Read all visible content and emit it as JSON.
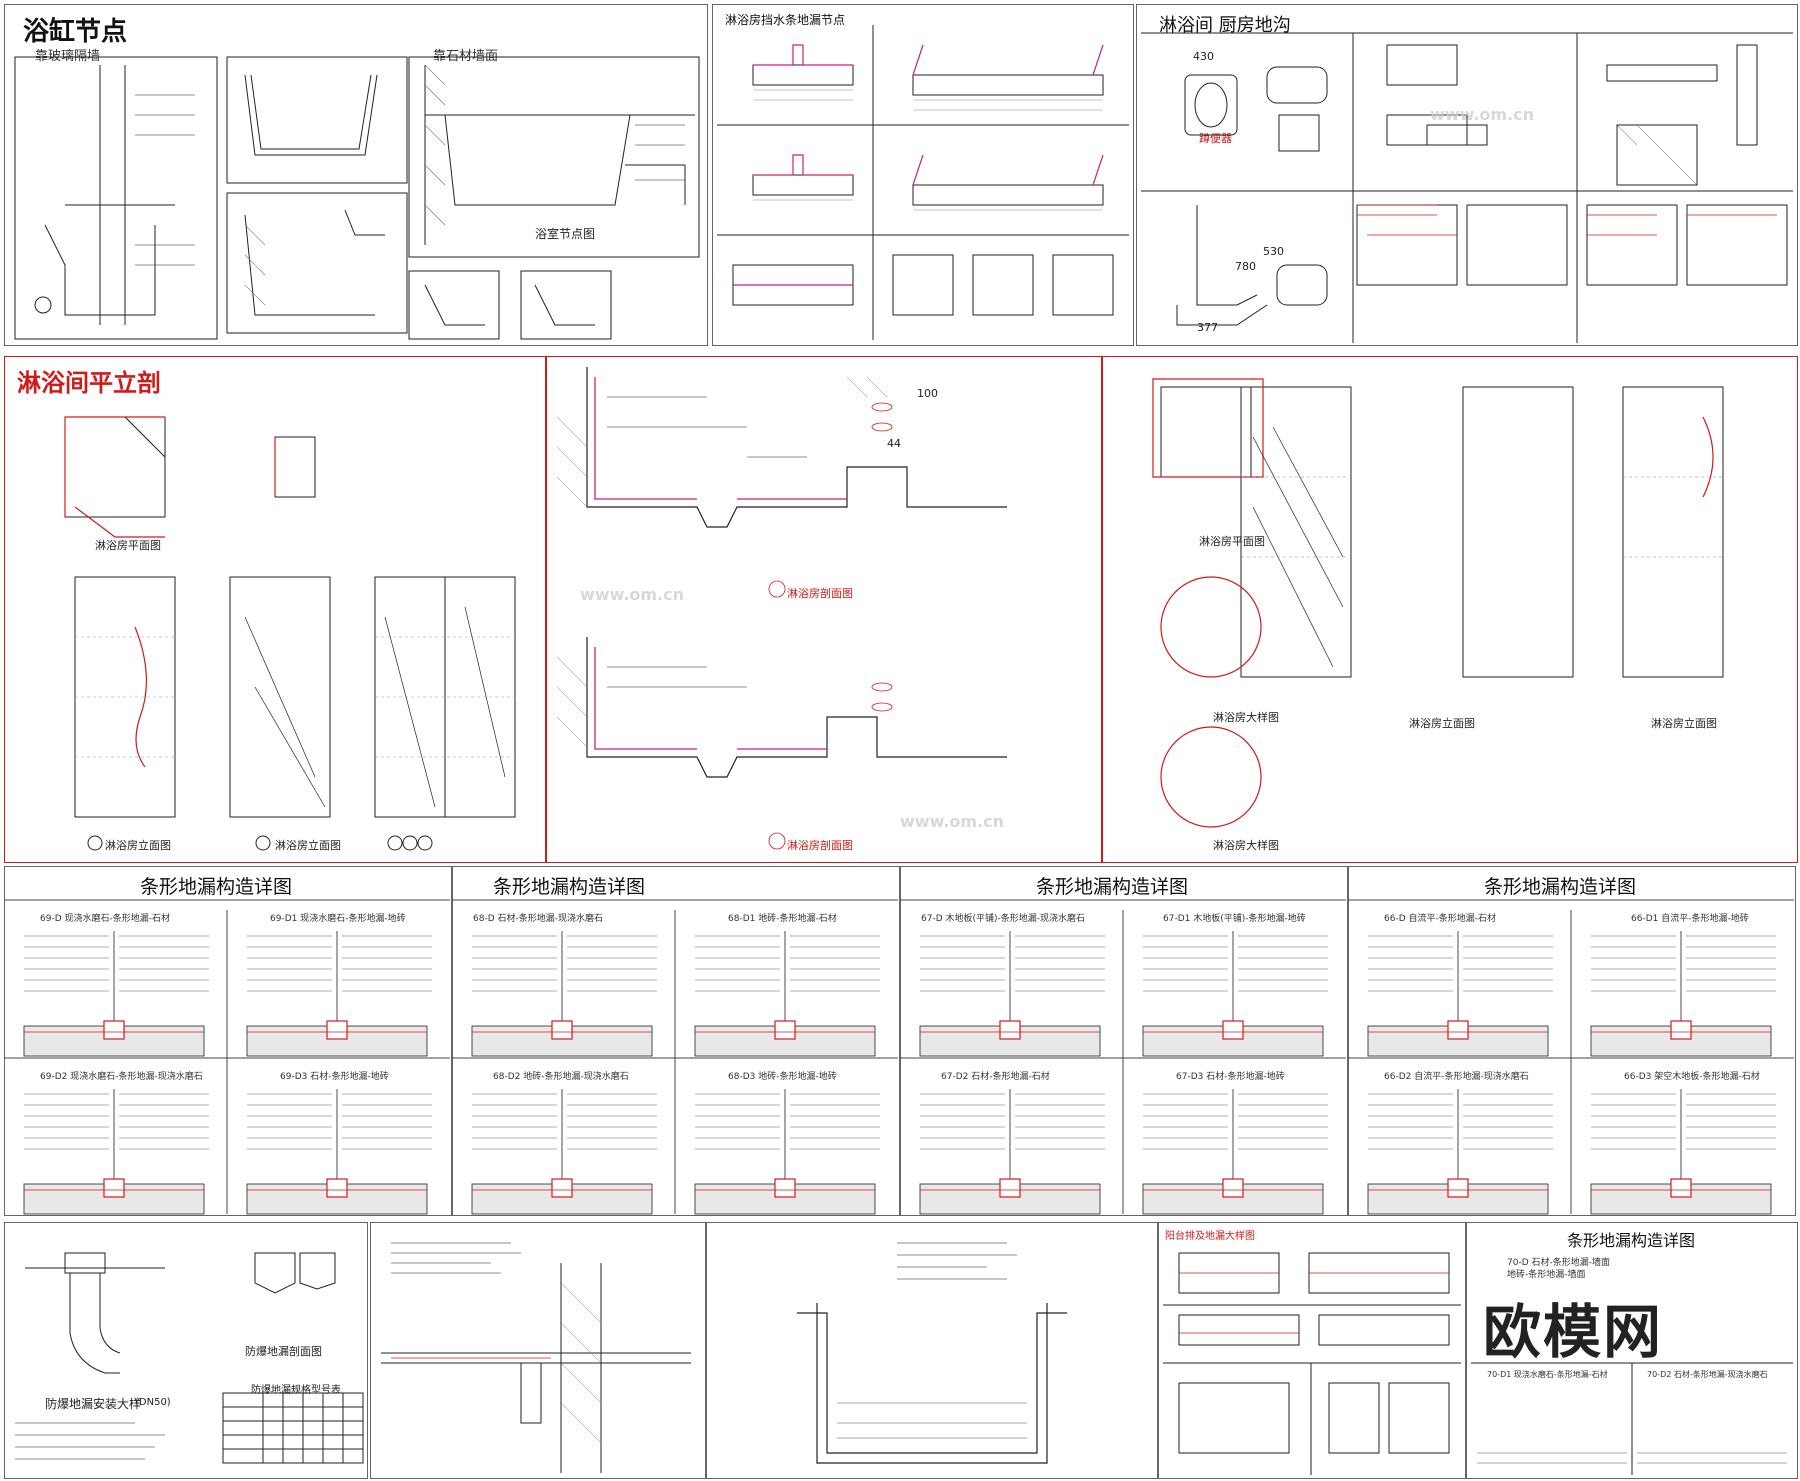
{
  "panels": {
    "bathtub": {
      "title": "浴缸节点",
      "sub1": "靠玻璃隔墙",
      "sub2": "靠石材墙面",
      "caption": "浴室节点图"
    },
    "shower_waterbar": {
      "title": "淋浴房挡水条地漏节点"
    },
    "shower_kitchen": {
      "title": "淋浴间  厨房地沟",
      "cap_toilet": "蹲便器",
      "dim_430": "430",
      "dim_530": "530",
      "dim_377": "377",
      "dim_780": "780"
    },
    "shower_plan": {
      "title": "淋浴间平立剖",
      "cap1": "淋浴房平面图",
      "cap2": "淋浴房立面图",
      "cap3": "淋浴房立面图"
    },
    "shower_section": {
      "cap_b": "淋浴房剖面图",
      "cap_c": "淋浴房剖面图",
      "dim_100": "100",
      "dim_44": "44"
    },
    "shower_detail": {
      "cap1": "淋浴房平面图",
      "cap2": "淋浴房立面图",
      "cap3": "淋浴房立面图",
      "cap_a": "淋浴房大样图",
      "cap_b": "淋浴房大样图"
    },
    "strip_drain": {
      "title": "条形地漏构造详图",
      "blocks": [
        {
          "title": "条形地漏构造详图",
          "items": [
            "69-D 现浇水磨石-条形地漏-石材",
            "69-D1 现浇水磨石-条形地漏-地砖",
            "69-D2 现浇水磨石-条形地漏-现浇水磨石",
            "69-D3 石材-条形地漏-地砖"
          ]
        },
        {
          "title": "条形地漏构造详图",
          "items": [
            "68-D 石材-条形地漏-现浇水磨石",
            "68-D1 地砖-条形地漏-石材",
            "68-D2 地砖-条形地漏-现浇水磨石",
            "68-D3 地砖-条形地漏-地砖"
          ]
        },
        {
          "title": "条形地漏构造详图",
          "items": [
            "67-D 木地板(平铺)-条形地漏-现浇水磨石",
            "67-D1 木地板(平铺)-条形地漏-地砖",
            "67-D2 石材-条形地漏-石材",
            "67-D3 石材-条形地漏-地砖"
          ]
        },
        {
          "title": "条形地漏构造详图",
          "items": [
            "66-D 自流平-条形地漏-石材",
            "66-D1 自流平-条形地漏-地砖",
            "66-D2 自流平-条形地漏-现浇水磨石",
            "66-D3 架空木地板-条形地漏-石材"
          ]
        }
      ]
    },
    "floor_drain": {
      "cap_left": "防爆地漏安装大样",
      "cap_left_sub": "(DN50)",
      "cap_mid": "防爆地漏剖面图",
      "table_title": "防爆地漏规格型号表"
    },
    "balcony": {
      "title": "阳台排及地漏大样图"
    },
    "strip_last": {
      "title": "条形地漏构造详图",
      "items": [
        "70-D 石材-条形地漏-墙面",
        "地砖-条形地漏-墙面",
        "70-D1 现浇水磨石-条形地漏-石材",
        "70-D2 石材-条形地漏-现浇水磨石"
      ]
    }
  },
  "logo": "欧模网",
  "watermark": "www.om.cn",
  "colors": {
    "red": "#d11a1a",
    "line": "#222222",
    "magenta": "#cc2277",
    "hatch": "#777777"
  }
}
